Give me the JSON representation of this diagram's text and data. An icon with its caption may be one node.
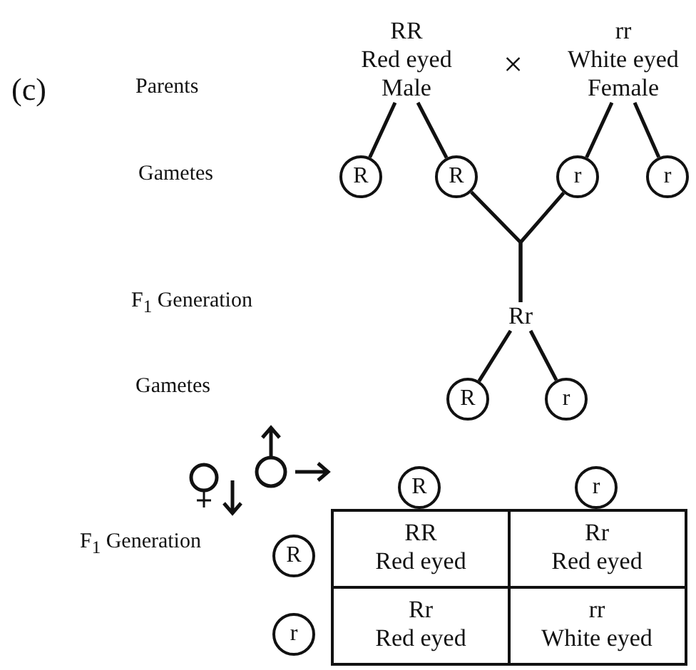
{
  "diagram": {
    "nodes": [
      {
        "text": [
          "RR",
          "Red eyed Male"
        ]
      },
      {
        "text": [
          "rr",
          "White eyed Female"
        ]
      },
      {
        "text": [
          "R"
        ]
      },
      {
        "text": [
          "R"
        ]
      },
      {
        "text": [
          "r"
        ]
      },
      {
        "text": [
          "r"
        ]
      },
      {
        "text": [
          "Rr"
        ]
      },
      {
        "text": [
          "R"
        ]
      },
      {
        "text": [
          "r"
        ]
      },
      {
        "text": [
          "R"
        ]
      },
      {
        "text": [
          "r"
        ]
      },
      {
        "text": [
          "R"
        ]
      },
      {
        "text": [
          "r"
        ]
      },
      {
        "text": [
          "RR",
          "Red eyed"
        ]
      },
      {
        "text": [
          "Rr",
          "Red eyed"
        ]
      },
      {
        "text": [
          "Rr",
          "Red eyed"
        ]
      },
      {
        "text": [
          "rr",
          "White eyed"
        ]
      }
    ],
    "edges": [
      {
        "from": 0,
        "to": 2,
        "arrow": "none"
      },
      {
        "from": 0,
        "to": 3,
        "arrow": "none"
      },
      {
        "from": 1,
        "to": 4,
        "arrow": "none"
      },
      {
        "from": 1,
        "to": 5,
        "arrow": "none"
      },
      {
        "from": 3,
        "to": 6,
        "arrow": "none"
      },
      {
        "from": 4,
        "to": 6,
        "arrow": "none"
      },
      {
        "from": 6,
        "to": 7,
        "arrow": "none"
      },
      {
        "from": 6,
        "to": 8,
        "arrow": "none"
      }
    ],
    "labels": [
      "(c)",
      "Parents",
      "×",
      "Gametes",
      "F$_{1}$ Generation",
      "Gametes",
      "F$_{1}$ Generation"
    ]
  }
}
